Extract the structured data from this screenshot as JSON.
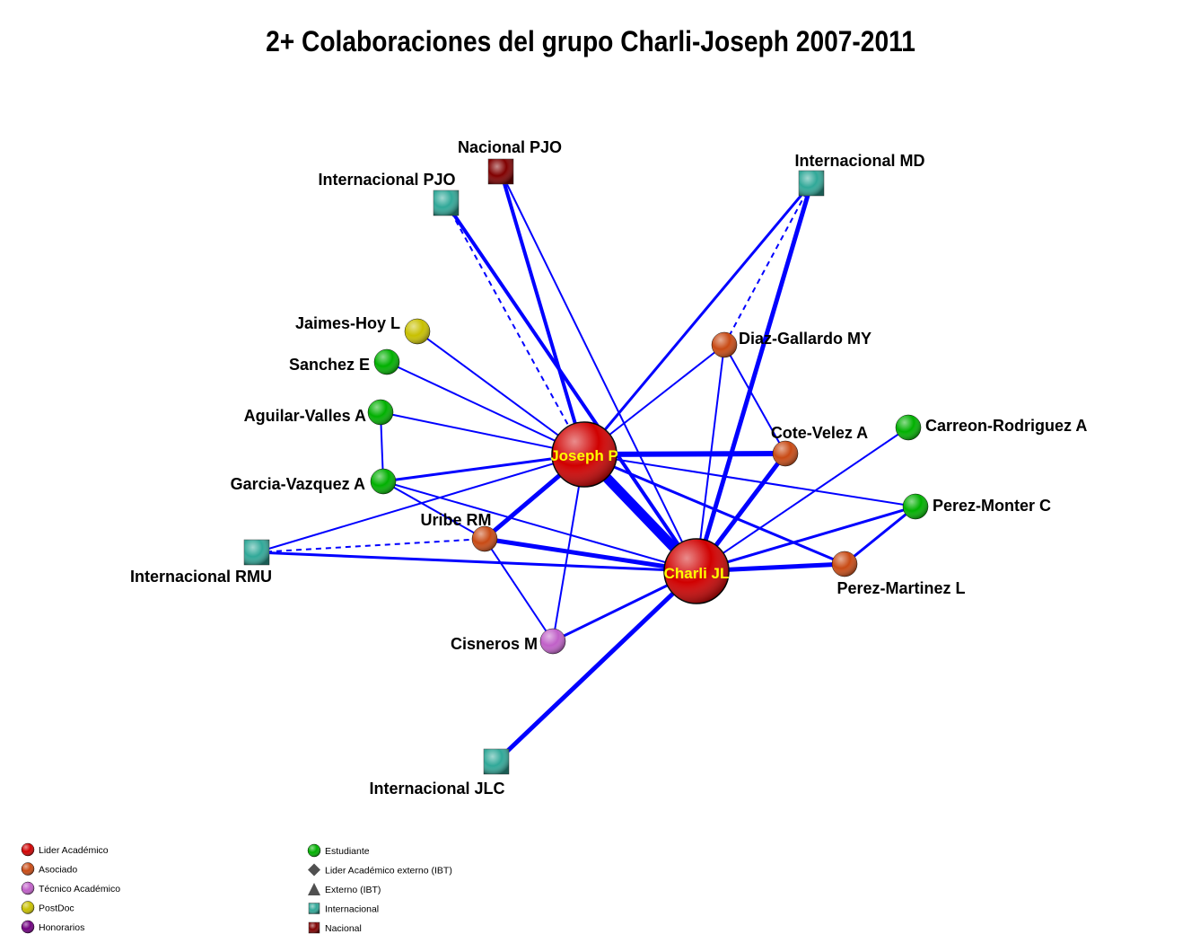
{
  "title": "2+ Colaboraciones del grupo Charli-Joseph 2007-2011",
  "colors": {
    "edge": "#0000ff",
    "lider": "#d00000",
    "asociado": "#c84a14",
    "tecnico": "#c060c8",
    "postdoc": "#c8c000",
    "honorarios": "#700080",
    "estudiante": "#00b000",
    "externo": "#505050",
    "internacional": "#30a898",
    "nacional": "#800000"
  },
  "nodes": [
    {
      "id": "joseph",
      "label": "Joseph P",
      "type": "lider"
    },
    {
      "id": "charli",
      "label": "Charli JL",
      "type": "lider"
    },
    {
      "id": "nacpjo",
      "label": "Nacional PJO",
      "type": "nacional"
    },
    {
      "id": "intpjo",
      "label": "Internacional PJO",
      "type": "internacional"
    },
    {
      "id": "intmd",
      "label": "Internacional MD",
      "type": "internacional"
    },
    {
      "id": "jaimes",
      "label": "Jaimes-Hoy L",
      "type": "postdoc"
    },
    {
      "id": "sanchez",
      "label": "Sanchez E",
      "type": "estudiante"
    },
    {
      "id": "aguilar",
      "label": "Aguilar-Valles A",
      "type": "estudiante"
    },
    {
      "id": "garcia",
      "label": "Garcia-Vazquez A",
      "type": "estudiante"
    },
    {
      "id": "uribe",
      "label": "Uribe RM",
      "type": "asociado"
    },
    {
      "id": "intrmu",
      "label": "Internacional RMU",
      "type": "internacional"
    },
    {
      "id": "cisneros",
      "label": "Cisneros M",
      "type": "tecnico"
    },
    {
      "id": "intjlc",
      "label": "Internacional JLC",
      "type": "internacional"
    },
    {
      "id": "diaz",
      "label": "Diaz-Gallardo MY",
      "type": "asociado"
    },
    {
      "id": "cote",
      "label": "Cote-Velez A",
      "type": "asociado"
    },
    {
      "id": "carreon",
      "label": "Carreon-Rodriguez A",
      "type": "estudiante"
    },
    {
      "id": "pmonter",
      "label": "Perez-Monter C",
      "type": "estudiante"
    },
    {
      "id": "pmartinez",
      "label": "Perez-Martinez L",
      "type": "asociado"
    }
  ],
  "edges": [
    {
      "s": "intpjo",
      "t": "joseph",
      "w": 2,
      "dashed": true
    },
    {
      "s": "intpjo",
      "t": "charli",
      "w": 4
    },
    {
      "s": "nacpjo",
      "t": "joseph",
      "w": 4
    },
    {
      "s": "nacpjo",
      "t": "charli",
      "w": 2
    },
    {
      "s": "intmd",
      "t": "joseph",
      "w": 3
    },
    {
      "s": "intmd",
      "t": "charli",
      "w": 5
    },
    {
      "s": "intmd",
      "t": "diaz",
      "w": 2,
      "dashed": true
    },
    {
      "s": "jaimes",
      "t": "joseph",
      "w": 2
    },
    {
      "s": "sanchez",
      "t": "joseph",
      "w": 2
    },
    {
      "s": "aguilar",
      "t": "joseph",
      "w": 2
    },
    {
      "s": "aguilar",
      "t": "garcia",
      "w": 2
    },
    {
      "s": "garcia",
      "t": "joseph",
      "w": 3
    },
    {
      "s": "garcia",
      "t": "charli",
      "w": 2
    },
    {
      "s": "garcia",
      "t": "uribe",
      "w": 2
    },
    {
      "s": "intrmu",
      "t": "joseph",
      "w": 2
    },
    {
      "s": "intrmu",
      "t": "charli",
      "w": 3
    },
    {
      "s": "intrmu",
      "t": "uribe",
      "w": 2,
      "dashed": true
    },
    {
      "s": "uribe",
      "t": "joseph",
      "w": 5
    },
    {
      "s": "uribe",
      "t": "charli",
      "w": 5
    },
    {
      "s": "uribe",
      "t": "cisneros",
      "w": 2
    },
    {
      "s": "joseph",
      "t": "charli",
      "w": 11
    },
    {
      "s": "joseph",
      "t": "cote",
      "w": 6
    },
    {
      "s": "joseph",
      "t": "diaz",
      "w": 2
    },
    {
      "s": "joseph",
      "t": "pmonter",
      "w": 2
    },
    {
      "s": "joseph",
      "t": "pmartinez",
      "w": 3
    },
    {
      "s": "joseph",
      "t": "cisneros",
      "w": 2
    },
    {
      "s": "charli",
      "t": "cote",
      "w": 5
    },
    {
      "s": "charli",
      "t": "diaz",
      "w": 2
    },
    {
      "s": "charli",
      "t": "carreon",
      "w": 2
    },
    {
      "s": "charli",
      "t": "pmonter",
      "w": 3
    },
    {
      "s": "charli",
      "t": "pmartinez",
      "w": 5
    },
    {
      "s": "charli",
      "t": "cisneros",
      "w": 3
    },
    {
      "s": "charli",
      "t": "intjlc",
      "w": 5
    },
    {
      "s": "diaz",
      "t": "cote",
      "w": 2
    },
    {
      "s": "pmonter",
      "t": "pmartinez",
      "w": 3
    }
  ],
  "legend": [
    {
      "label": "Lider Académico",
      "type": "lider",
      "shape": "circle"
    },
    {
      "label": "Asociado",
      "type": "asociado",
      "shape": "circle"
    },
    {
      "label": "Técnico Académico",
      "type": "tecnico",
      "shape": "circle"
    },
    {
      "label": "PostDoc",
      "type": "postdoc",
      "shape": "circle"
    },
    {
      "label": "Honorarios",
      "type": "honorarios",
      "shape": "circle"
    },
    {
      "label": "Estudiante",
      "type": "estudiante",
      "shape": "circle"
    },
    {
      "label": "Lider Académico externo (IBT)",
      "type": "externo",
      "shape": "diamond"
    },
    {
      "label": "Externo (IBT)",
      "type": "externo",
      "shape": "triangle"
    },
    {
      "label": "Internacional",
      "type": "internacional",
      "shape": "square"
    },
    {
      "label": "Nacional",
      "type": "nacional",
      "shape": "square"
    }
  ]
}
